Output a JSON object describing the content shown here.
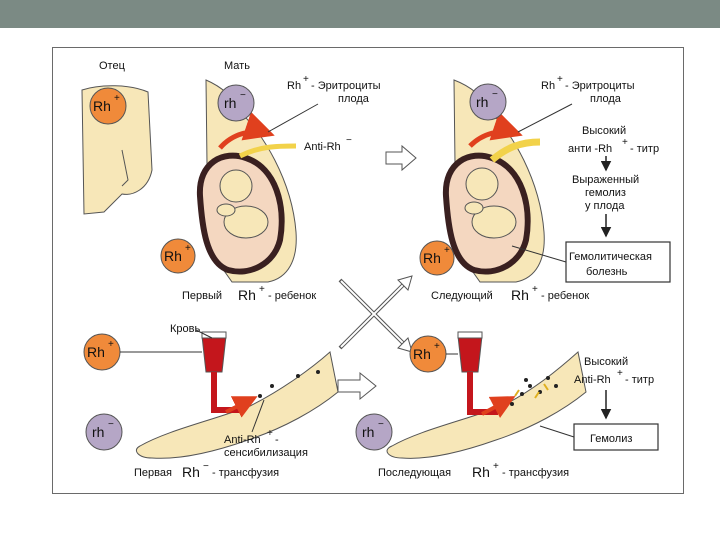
{
  "colors": {
    "top_bar": "#7b8a84",
    "skin": "#f7e7b8",
    "orange": "#f08a3a",
    "violet": "#b5a6c6",
    "arrow_red": "#e0401e",
    "arrow_yellow": "#f2d24a",
    "blood": "#c4161c"
  },
  "top_left": {
    "father_label": "Отец",
    "mother_label": "Мать",
    "father_rh": "Rh",
    "father_sign": "+",
    "mother_rh": "rh",
    "mother_sign": "−",
    "erythro_rh": "Rh",
    "erythro_sign": "+",
    "erythro_text": "- Эритроциты",
    "erythro_text2": "плода",
    "anti_text": "Anti-Rh",
    "anti_sign": "−",
    "baby_rh": "Rh",
    "baby_sign": "+",
    "caption_a": "Первый",
    "caption_rh": "Rh",
    "caption_sign": "+",
    "caption_b": "- ребенок"
  },
  "top_right": {
    "mother_rh": "rh",
    "mother_sign": "−",
    "erythro_rh": "Rh",
    "erythro_sign": "+",
    "erythro_text": "- Эритроциты",
    "erythro_text2": "плода",
    "high_1": "Высокий",
    "high_2a": "анти -Rh",
    "high_2_sign": "+",
    "high_2b": "- титр",
    "hemolysis_1": "Выраженный",
    "hemolysis_2": "гемолиз",
    "hemolysis_3": "у плода",
    "disease_1": "Гемолитическая",
    "disease_2": "болезнь",
    "baby_rh": "Rh",
    "baby_sign": "+",
    "caption_a": "Следующий",
    "caption_rh": "Rh",
    "caption_sign": "+",
    "caption_b": "- ребенок"
  },
  "bottom_left": {
    "blood_label": "Кровь",
    "donor_rh": "Rh",
    "donor_sign": "+",
    "recipient_rh": "rh",
    "recipient_sign": "−",
    "sens_1": "Anti-Rh",
    "sens_1_sign": "+",
    "sens_1_dash": "-",
    "sens_2": "сенсибилизация",
    "caption_a": "Первая",
    "caption_rh": "Rh",
    "caption_sign": "−",
    "caption_b": "- трансфузия"
  },
  "bottom_right": {
    "donor_rh": "Rh",
    "donor_sign": "+",
    "recipient_rh": "rh",
    "recipient_sign": "−",
    "high_1": "Высокий",
    "high_2a": "Anti-Rh",
    "high_2_sign": "+",
    "high_2b": "- титр",
    "result": "Гемолиз",
    "caption_a": "Последующая",
    "caption_rh": "Rh",
    "caption_sign": "+",
    "caption_b": "- трансфузия"
  }
}
